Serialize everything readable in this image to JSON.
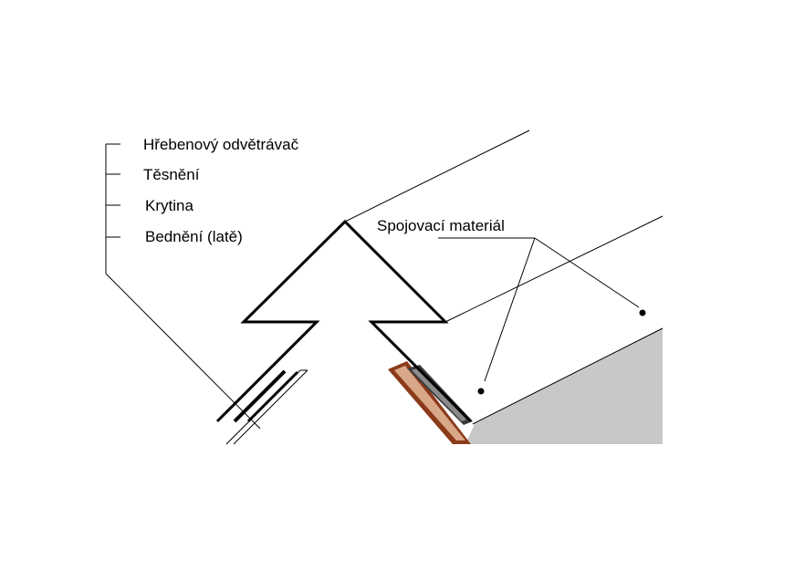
{
  "legend": {
    "items": [
      {
        "label": "Hřebenový odvětrávač"
      },
      {
        "label": "Těsnění"
      },
      {
        "label": "Krytina"
      },
      {
        "label": "Bednění (latě)"
      }
    ]
  },
  "callout": {
    "label": "Spojovací materiál"
  },
  "colors": {
    "outline": "#000000",
    "roof_fill": "#c8c8c8",
    "batten_brown": "#8b3a1a",
    "batten_tan": "#d8a888",
    "seal_dark": "#3a3a3a"
  }
}
